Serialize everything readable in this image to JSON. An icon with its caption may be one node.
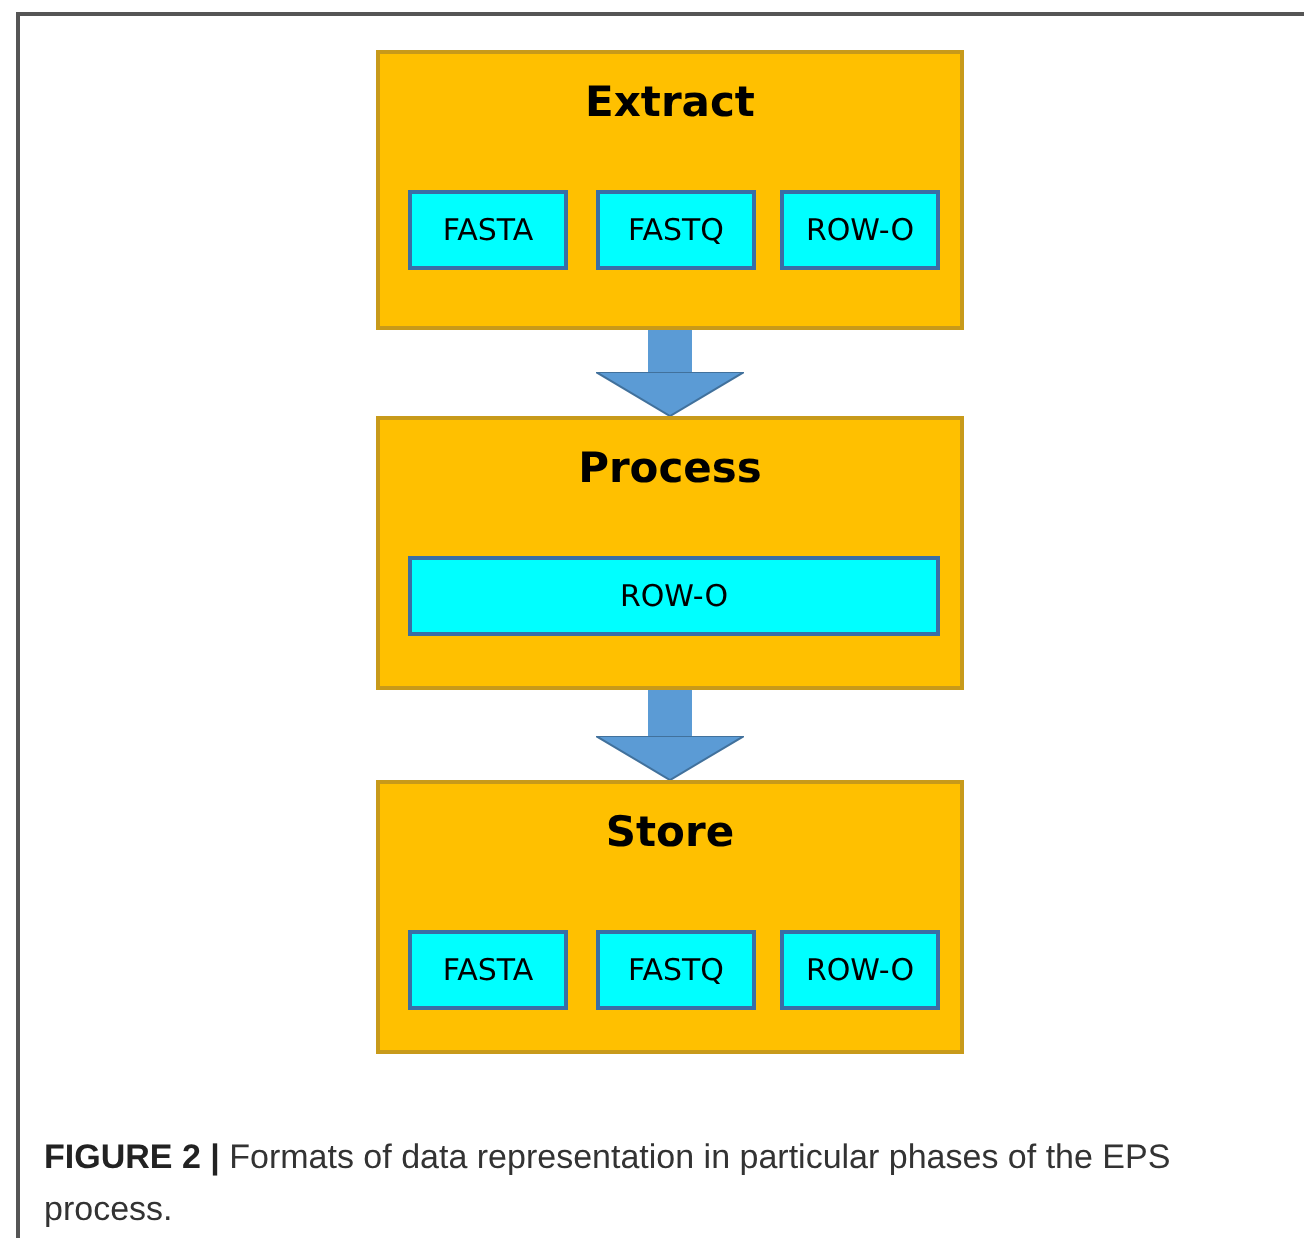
{
  "diagram": {
    "caption": "**FIGURE 2 |** Formats of data representation in particular phases of the EPS process.",
    "nodes": [
      {
        "text": [
          "Extract"
        ]
      },
      {
        "text": [
          "FASTA"
        ],
        "in": 0
      },
      {
        "text": [
          "FASTQ"
        ],
        "in": 0
      },
      {
        "text": [
          "ROW-O"
        ],
        "in": 0
      },
      {
        "text": [
          "Process"
        ]
      },
      {
        "text": [
          "ROW-O"
        ],
        "in": 4
      },
      {
        "text": [
          "Store"
        ]
      },
      {
        "text": [
          "FASTA"
        ],
        "in": 6
      },
      {
        "text": [
          "FASTQ"
        ],
        "in": 6
      },
      {
        "text": [
          "ROW-O"
        ],
        "in": 6
      }
    ],
    "edges": [
      {
        "from": 0,
        "to": 4,
        "arrow": "to"
      },
      {
        "from": 4,
        "to": 6,
        "arrow": "to"
      }
    ]
  }
}
